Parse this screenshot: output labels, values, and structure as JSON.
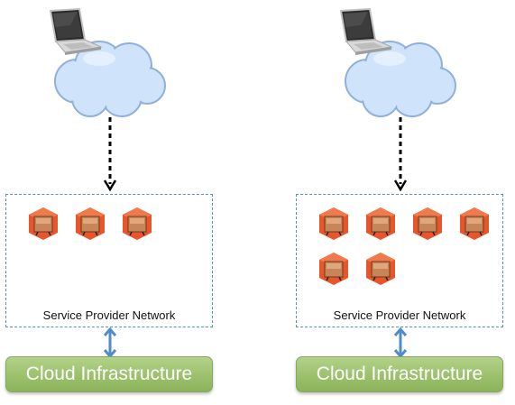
{
  "panels": [
    {
      "network_label": "Service Provider Network",
      "infrastructure_label": "Cloud Infrastructure",
      "node_count": 3
    },
    {
      "network_label": "Service Provider Network",
      "infrastructure_label": "Cloud Infrastructure",
      "node_count": 6
    }
  ],
  "colors": {
    "cloud_fill": "#cfe3fb",
    "cloud_stroke": "#8fb0d8",
    "network_border": "#5b8fc7",
    "node_orange": "#e8552a",
    "node_tan": "#c7865a",
    "connector_blue": "#4f8cc9",
    "infrastructure_green": "#9cc06c"
  },
  "icons": {
    "client": "laptop-icon",
    "internet": "cloud-icon",
    "node": "server-node-icon",
    "link": "dashed-arrow-icon",
    "connection": "bidirectional-arrow-icon"
  }
}
